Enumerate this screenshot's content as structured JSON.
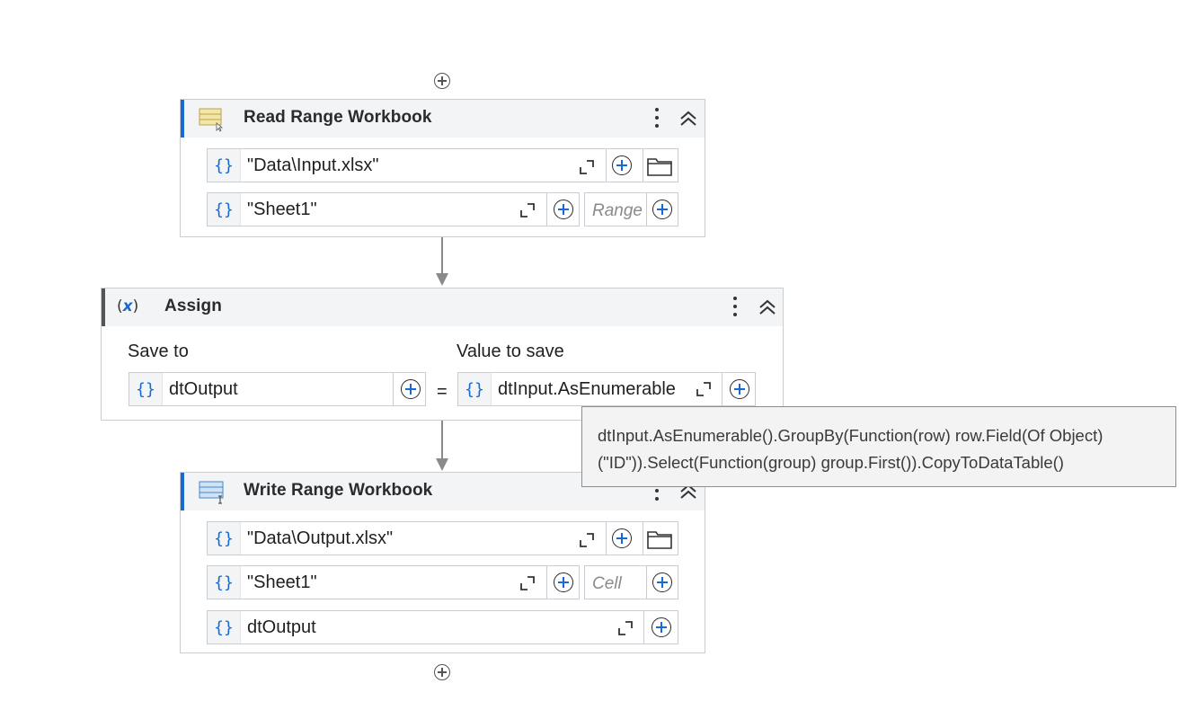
{
  "read_range": {
    "title": "Read Range Workbook",
    "workbook_path": "\"Data\\Input.xlsx\"",
    "sheet_name": "\"Sheet1\"",
    "range_placeholder": "Range"
  },
  "assign": {
    "title": "Assign",
    "icon_text": "(x)",
    "save_to_label": "Save to",
    "value_label": "Value to save",
    "save_to_value": "dtOutput",
    "equals": "=",
    "value_expression": "dtInput.AsEnumerable"
  },
  "tooltip": {
    "line1": "dtInput.AsEnumerable().GroupBy(Function(row) row.Field(Of Object)",
    "line2": "(\"ID\")).Select(Function(group) group.First()).CopyToDataTable()"
  },
  "write_range": {
    "title": "Write Range Workbook",
    "workbook_path": "\"Data\\Output.xlsx\"",
    "sheet_name": "\"Sheet1\"",
    "cell_placeholder": "Cell",
    "datatable_value": "dtOutput"
  },
  "brace_symbol": "{}",
  "colors": {
    "accent": "#1769d3",
    "header_bg": "#f3f4f6",
    "border": "#c9cdd2",
    "connector": "#8a8a8a"
  },
  "icons": [
    "add-activity-icon",
    "excel-read-range-icon",
    "variable-x-icon",
    "excel-write-range-icon",
    "more-vertical-icon",
    "collapse-chevron-icon",
    "expand-editor-icon",
    "plus-circle-icon",
    "folder-icon"
  ]
}
